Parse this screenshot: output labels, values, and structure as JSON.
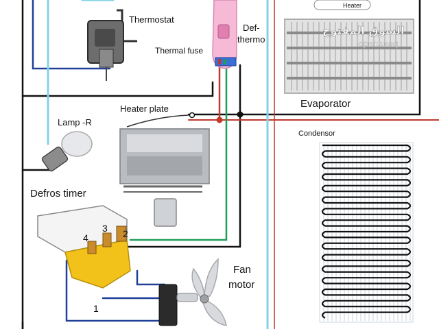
{
  "labels": {
    "thermostat": "Thermostat",
    "thermal_fuse": "Thermal fuse",
    "def_thermo_line1": "Def-",
    "def_thermo_line2": "thermo",
    "evaporator": "Evaporator",
    "heater_plate": "Heater plate",
    "lamp": "Lamp -R",
    "condensor": "Condensor",
    "defros_timer": "Defros timer",
    "fan_line1": "Fan",
    "fan_line2": "motor",
    "heater_tag": "Heater",
    "timer_terminal_1": "1",
    "timer_terminal_2": "2",
    "timer_terminal_3": "3",
    "timer_terminal_4": "4"
  },
  "watermark": {
    "arabic": "السوق المفتوح",
    "latin": "opensooq"
  },
  "colors": {
    "wire_black": "#111111",
    "wire_red": "#c0392b",
    "wire_green": "#1e9e5a",
    "wire_cyan": "#7fd3e6",
    "wire_blue": "#1f3f99",
    "timer_yellow": "#f2c21b",
    "defthermo_pink": "#f6b9d6"
  }
}
